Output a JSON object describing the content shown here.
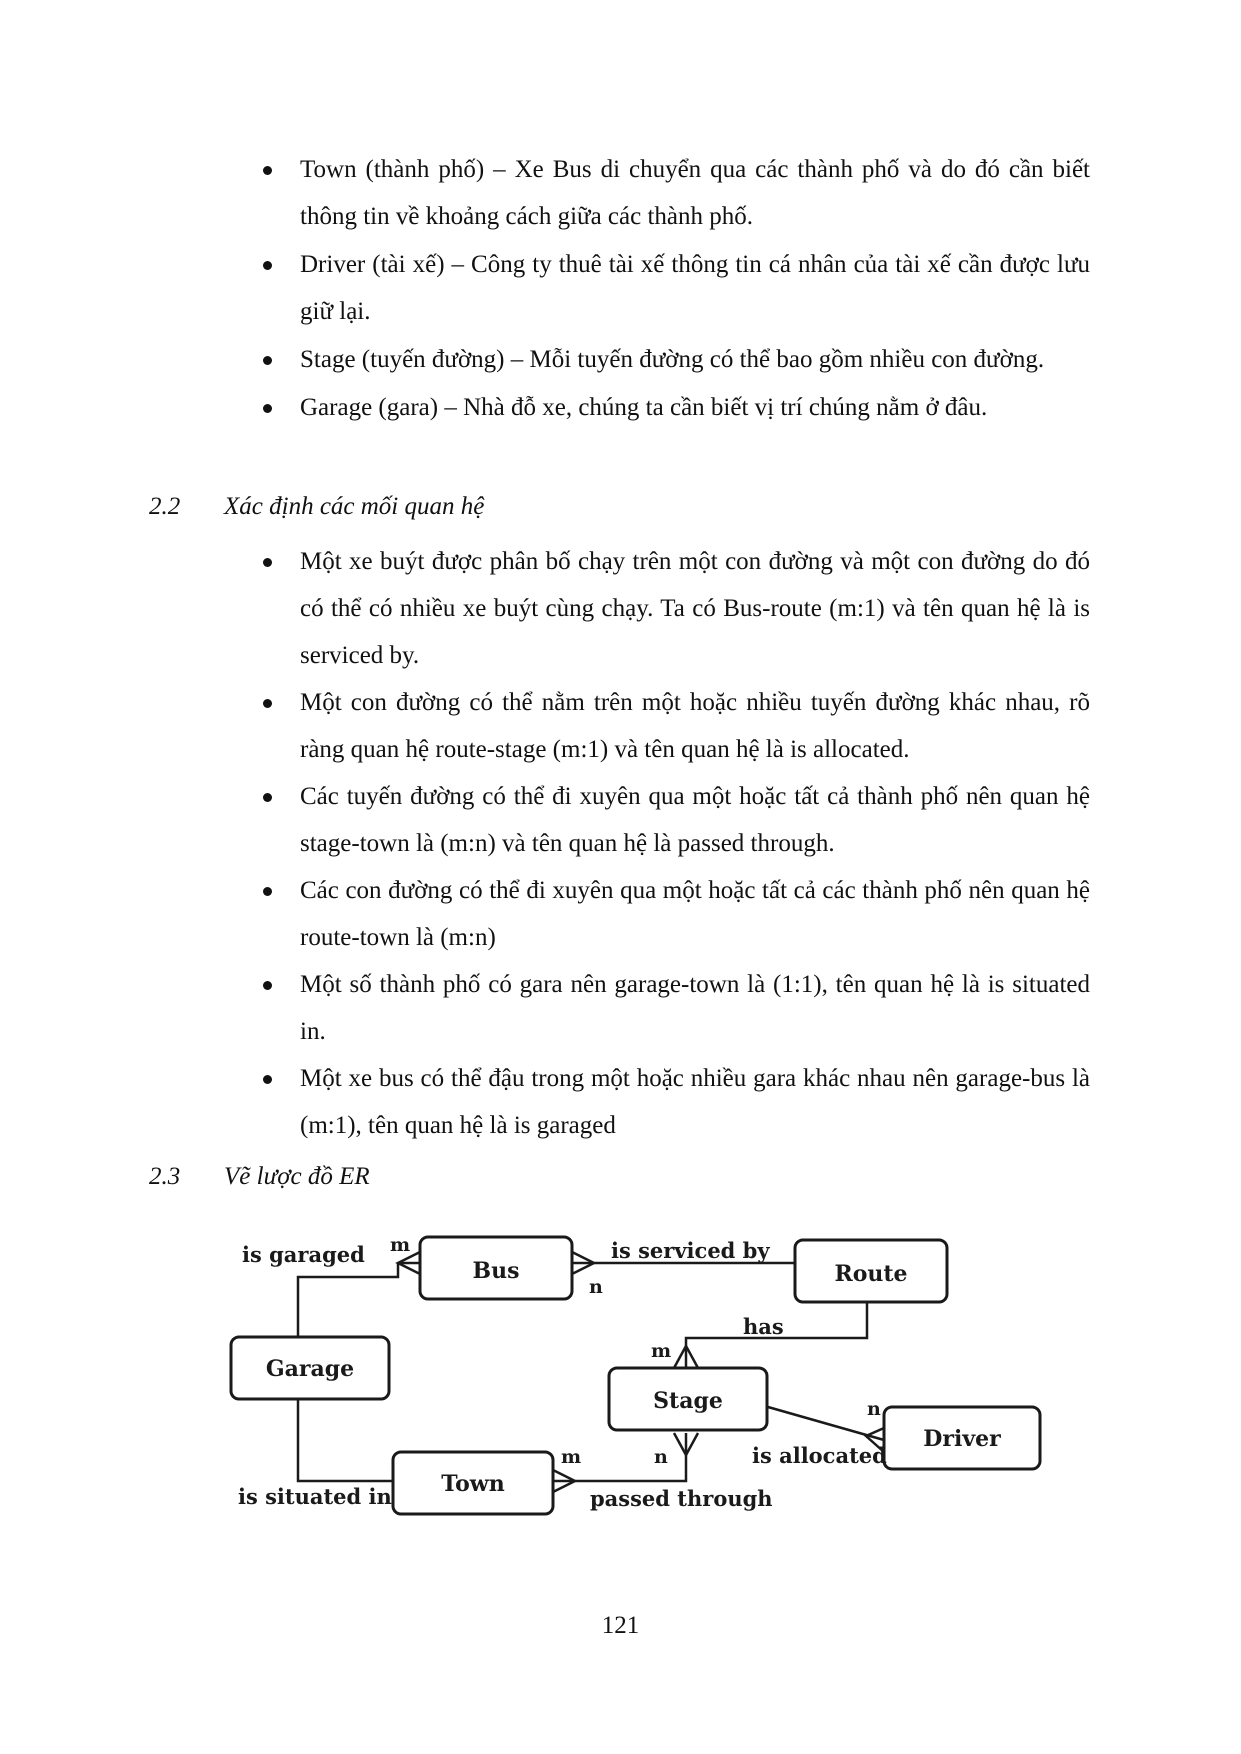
{
  "intro_bullets": [
    "Town (thành phố) – Xe Bus di chuyển qua các thành phố và do đó cần biết thông tin về khoảng cách giữa các thành phố.",
    "Driver (tài xế) – Công ty thuê tài xế thông tin cá nhân của tài xế cần được lưu giữ lại.",
    "Stage (tuyến đường) – Mỗi tuyến đường có thể bao gồm nhiều con đường.",
    "Garage (gara) – Nhà đỗ xe, chúng ta cần biết vị trí chúng nằm ở đâu."
  ],
  "section_2_2": {
    "number": "2.2",
    "title": "Xác định các mối quan hệ",
    "bullets": [
      "Một xe buýt được phân bố chạy trên một con đường và một con đường do đó có thể có nhiều xe buýt cùng chạy. Ta có Bus-route (m:1) và tên quan hệ là is serviced by.",
      "Một con đường có thể nằm trên một hoặc nhiều tuyến đường khác nhau, rõ ràng quan hệ route-stage (m:1) và tên quan hệ là is allocated.",
      "Các tuyến đường có thể đi xuyên qua một hoặc tất cả thành phố nên quan hệ stage-town là (m:n) và tên quan hệ là passed through.",
      "Các con đường có thể đi xuyên qua một hoặc tất cả các thành phố nên quan hệ route-town là (m:n)",
      "Một số thành phố có gara nên garage-town là (1:1), tên quan hệ là is situated in.",
      "Một xe bus có thể đậu trong một hoặc nhiều gara khác nhau nên garage-bus là (m:1), tên quan hệ là is garaged"
    ]
  },
  "section_2_3": {
    "number": "2.3",
    "title": "Vẽ lược đồ ER"
  },
  "er_diagram": {
    "entities": {
      "bus": "Bus",
      "route": "Route",
      "garage": "Garage",
      "stage": "Stage",
      "driver": "Driver",
      "town": "Town"
    },
    "relationships": {
      "is_garaged": "is garaged",
      "is_serviced_by": "is serviced by",
      "has": "has",
      "is_situated_in": "is situated in",
      "passed_through": "passed through",
      "is_allocated": "is allocated"
    },
    "cardinalities": {
      "bus_garage": "m",
      "bus_route": "n",
      "stage_route": "m",
      "town_stage": "m",
      "stage_town": "n",
      "driver_stage": "n"
    }
  },
  "page_number": "121"
}
